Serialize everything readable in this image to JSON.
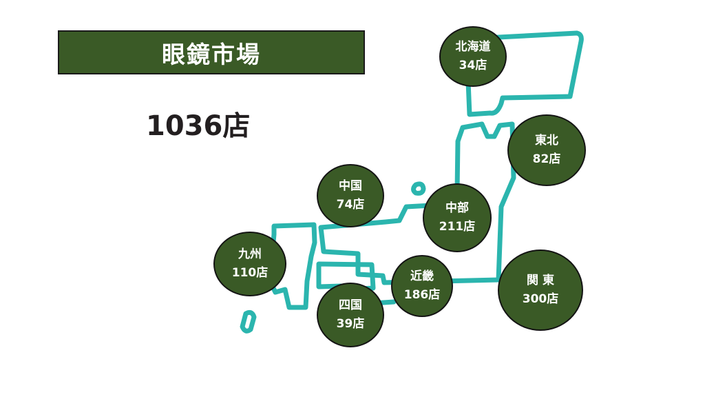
{
  "title": "眼鏡市場",
  "total": "1036店",
  "colors": {
    "bubble_fill": "#3a5a26",
    "map_stroke": "#2bb5ae",
    "title_bg": "#3a5a26"
  },
  "regions": [
    {
      "key": "hokkaido",
      "name": "北海道",
      "count": "34店"
    },
    {
      "key": "tohoku",
      "name": "東北",
      "count": "82店"
    },
    {
      "key": "kanto",
      "name": "関 東",
      "count": "300店"
    },
    {
      "key": "chubu",
      "name": "中部",
      "count": "211店"
    },
    {
      "key": "kinki",
      "name": "近畿",
      "count": "186店"
    },
    {
      "key": "chugoku",
      "name": "中国",
      "count": "74店"
    },
    {
      "key": "shikoku",
      "name": "四国",
      "count": "39店"
    },
    {
      "key": "kyushu",
      "name": "九州",
      "count": "110店"
    }
  ]
}
